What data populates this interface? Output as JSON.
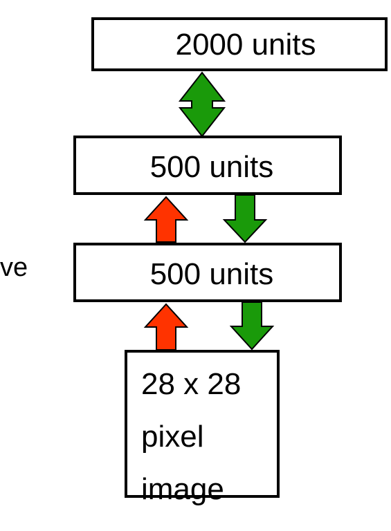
{
  "layers": {
    "top": "2000 units",
    "middle": "500 units",
    "lower": "500 units",
    "input": [
      "28 x 28",
      "pixel",
      "image"
    ]
  },
  "side_text": "ve",
  "colors": {
    "green_arrow": "#1a9a0a",
    "red_arrow": "#ff3300",
    "box_border": "#000000"
  }
}
